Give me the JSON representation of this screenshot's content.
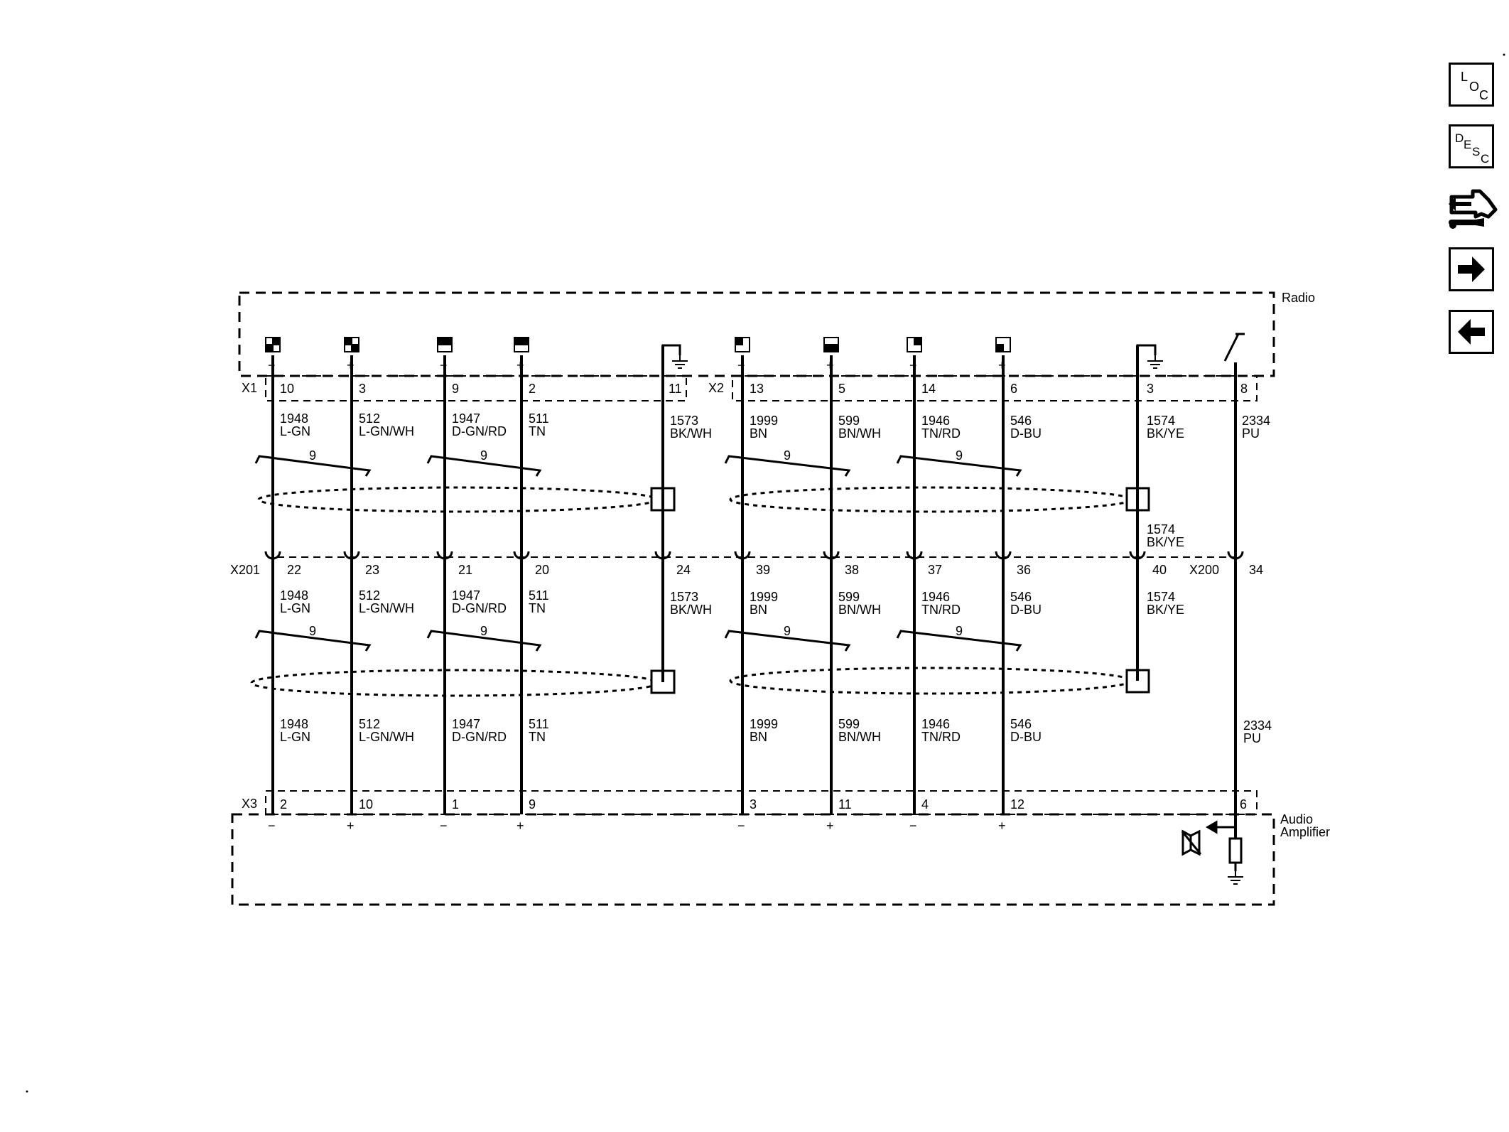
{
  "modules": {
    "radio": "Radio",
    "amplifier_line1": "Audio",
    "amplifier_line2": "Amplifier"
  },
  "connectors": {
    "x1": "X1",
    "x2": "X2",
    "x3": "X3",
    "x201": "X201",
    "x200": "X200"
  },
  "twist_count": "9",
  "wires": [
    {
      "id": "w1",
      "x1_pin": "X1",
      "top_pin": "10",
      "circuit": "1948",
      "color": "L-GN",
      "pol": "−",
      "x201_pin": "22",
      "x3_pin": "2",
      "shield": "a"
    },
    {
      "id": "w2",
      "top_pin": "3",
      "circuit": "512",
      "color": "L-GN/WH",
      "pol": "+",
      "x201_pin": "23",
      "x3_pin": "10",
      "shield": "a"
    },
    {
      "id": "w3",
      "top_pin": "9",
      "circuit": "1947",
      "color": "D-GN/RD",
      "pol": "−",
      "x201_pin": "21",
      "x3_pin": "1",
      "shield": "a"
    },
    {
      "id": "w4",
      "top_pin": "2",
      "circuit": "511",
      "color": "TN",
      "pol": "+",
      "x201_pin": "20",
      "x3_pin": "9",
      "shield": "a"
    },
    {
      "id": "w5",
      "top_pin": "11",
      "circuit": "1573",
      "color": "BK/WH",
      "x201_pin": "24"
    },
    {
      "id": "w6",
      "top_pin": "13",
      "circuit": "1999",
      "color": "BN",
      "pol": "−",
      "x201_pin": "39",
      "x3_pin": "3"
    },
    {
      "id": "w7",
      "top_pin": "5",
      "circuit": "599",
      "color": "BN/WH",
      "pol": "+",
      "x201_pin": "38",
      "x3_pin": "11"
    },
    {
      "id": "w8",
      "top_pin": "14",
      "circuit": "1946",
      "color": "TN/RD",
      "pol": "−",
      "x201_pin": "37",
      "x3_pin": "4"
    },
    {
      "id": "w9",
      "top_pin": "6",
      "circuit": "546",
      "color": "D-BU",
      "pol": "+",
      "x201_pin": "36",
      "x3_pin": "12"
    },
    {
      "id": "w10",
      "top_pin": "3",
      "circuit": "1574",
      "color": "BK/YE",
      "x201_pin": "40"
    },
    {
      "id": "w11",
      "top_pin": "8",
      "circuit": "2334",
      "color": "PU",
      "x200_pin": "34",
      "x3_pin": "6"
    }
  ],
  "labels": {
    "p10": "10",
    "p3a": "3",
    "p9": "9",
    "p2": "2",
    "p11": "11",
    "p13": "13",
    "p5": "5",
    "p14": "14",
    "p6": "6",
    "p3b": "3",
    "p8": "8",
    "c1948": "1948",
    "c512": "512",
    "c1947": "1947",
    "c511": "511",
    "c1573": "1573",
    "c1999": "1999",
    "c599": "599",
    "c1946": "1946",
    "c546": "546",
    "c1574": "1574",
    "c2334": "2334",
    "k_lgn": "L-GN",
    "k_lgnwh": "L-GN/WH",
    "k_dgnrd": "D-GN/RD",
    "k_tn": "TN",
    "k_bkwh": "BK/WH",
    "k_bn": "BN",
    "k_bnwh": "BN/WH",
    "k_tnrd": "TN/RD",
    "k_dbu": "D-BU",
    "k_bkye": "BK/YE",
    "k_pu": "PU",
    "m22": "22",
    "m23": "23",
    "m21": "21",
    "m20": "20",
    "m24": "24",
    "m39": "39",
    "m38": "38",
    "m37": "37",
    "m36": "36",
    "m40": "40",
    "m34": "34",
    "b2": "2",
    "b10": "10",
    "b1": "1",
    "b9": "9",
    "b3": "3",
    "b11": "11",
    "b4": "4",
    "b12": "12",
    "b6": "6",
    "minus": "−",
    "plus": "+"
  },
  "side_nav": {
    "loc": {
      "l1": "L",
      "l2": "O",
      "l3": "C"
    },
    "desc": {
      "l1": "D",
      "l2": "E",
      "l3": "S",
      "l4": "C"
    }
  }
}
